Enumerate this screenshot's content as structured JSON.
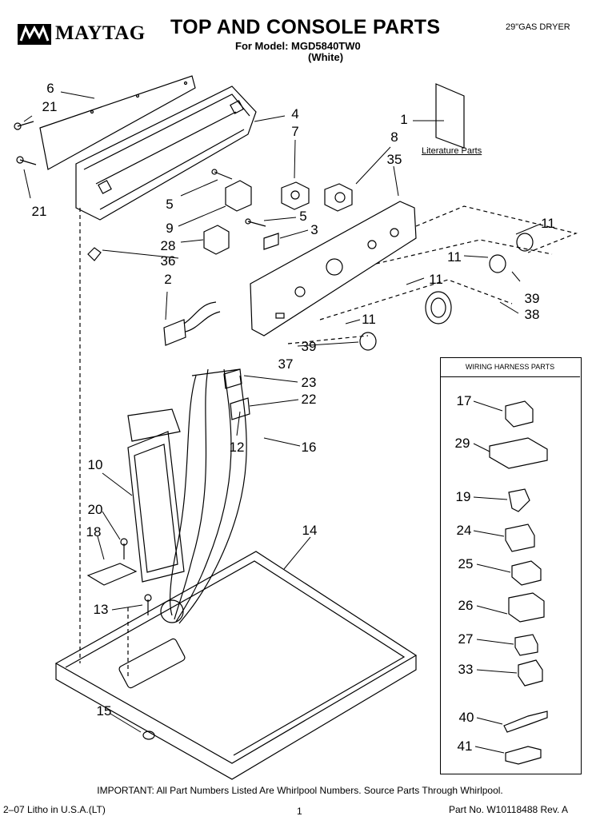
{
  "header": {
    "brand": "MAYTAG",
    "title": "TOP AND CONSOLE PARTS",
    "model_line": "For Model: MGD5840TW0",
    "color_line": "(White)",
    "product_type": "29\"GAS DRYER"
  },
  "callouts": [
    "6",
    "21",
    "21",
    "4",
    "7",
    "8",
    "1",
    "35",
    "5",
    "9",
    "5",
    "3",
    "28",
    "36",
    "2",
    "11",
    "11",
    "11",
    "11",
    "39",
    "38",
    "39",
    "37",
    "23",
    "22",
    "12",
    "16",
    "10",
    "20",
    "18",
    "13",
    "14",
    "15"
  ],
  "literature_label": "Literature Parts",
  "wiring_harness": {
    "title": "WIRING HARNESS PARTS",
    "items": [
      "17",
      "29",
      "19",
      "24",
      "25",
      "26",
      "27",
      "33",
      "40",
      "41"
    ]
  },
  "footer": {
    "note": "IMPORTANT: All Part Numbers Listed Are Whirlpool Numbers. Source Parts Through Whirlpool.",
    "litho": "2–07 Litho in U.S.A.(LT)",
    "page": "1",
    "part_no": "Part No. W10118488 Rev. A"
  }
}
